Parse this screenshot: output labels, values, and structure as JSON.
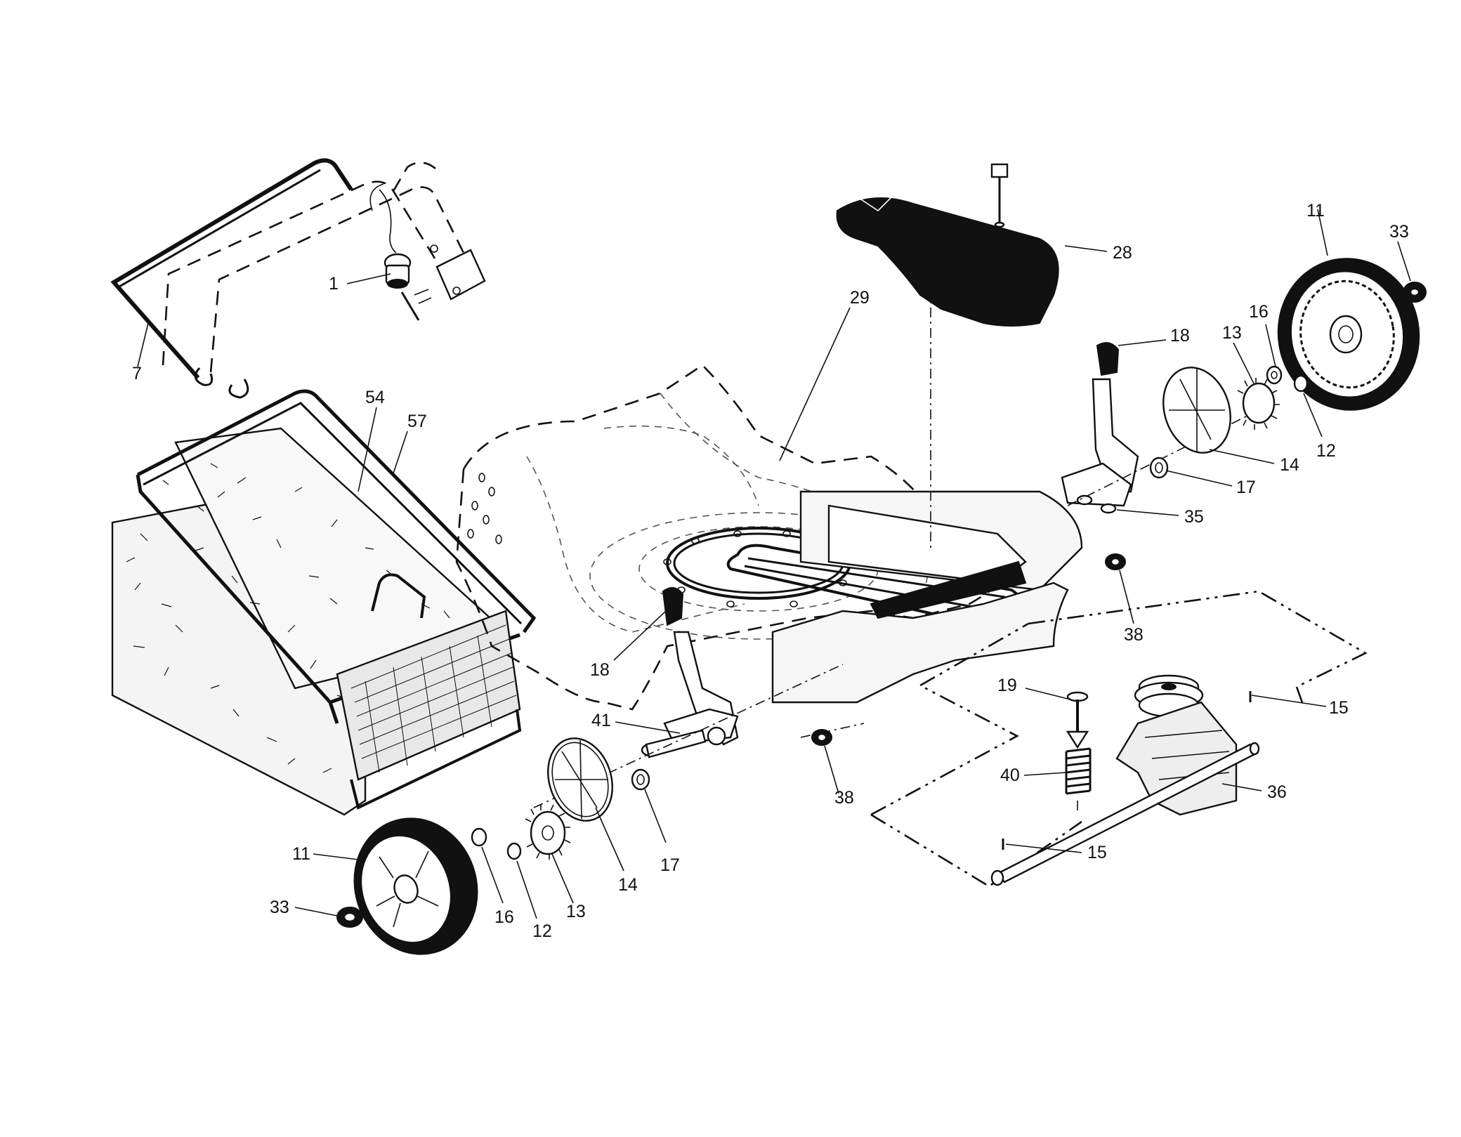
{
  "callouts": [
    {
      "id": "c1",
      "text": "1"
    },
    {
      "id": "c7",
      "text": "7"
    },
    {
      "id": "c54",
      "text": "54"
    },
    {
      "id": "c57",
      "text": "57"
    },
    {
      "id": "c29",
      "text": "29"
    },
    {
      "id": "c28",
      "text": "28"
    },
    {
      "id": "c11a",
      "text": "11"
    },
    {
      "id": "c33a",
      "text": "33"
    },
    {
      "id": "c16a",
      "text": "16"
    },
    {
      "id": "c13a",
      "text": "13"
    },
    {
      "id": "c18a",
      "text": "18"
    },
    {
      "id": "c12a",
      "text": "12"
    },
    {
      "id": "c14a",
      "text": "14"
    },
    {
      "id": "c17a",
      "text": "17"
    },
    {
      "id": "c35",
      "text": "35"
    },
    {
      "id": "c38a",
      "text": "38"
    },
    {
      "id": "c18b",
      "text": "18"
    },
    {
      "id": "c41",
      "text": "41"
    },
    {
      "id": "c38b",
      "text": "38"
    },
    {
      "id": "c19",
      "text": "19"
    },
    {
      "id": "c15a",
      "text": "15"
    },
    {
      "id": "c40",
      "text": "40"
    },
    {
      "id": "c36",
      "text": "36"
    },
    {
      "id": "c15b",
      "text": "15"
    },
    {
      "id": "c11b",
      "text": "11"
    },
    {
      "id": "c33b",
      "text": "33"
    },
    {
      "id": "c16b",
      "text": "16"
    },
    {
      "id": "c12b",
      "text": "12"
    },
    {
      "id": "c13b",
      "text": "13"
    },
    {
      "id": "c14b",
      "text": "14"
    },
    {
      "id": "c17b",
      "text": "17"
    }
  ]
}
